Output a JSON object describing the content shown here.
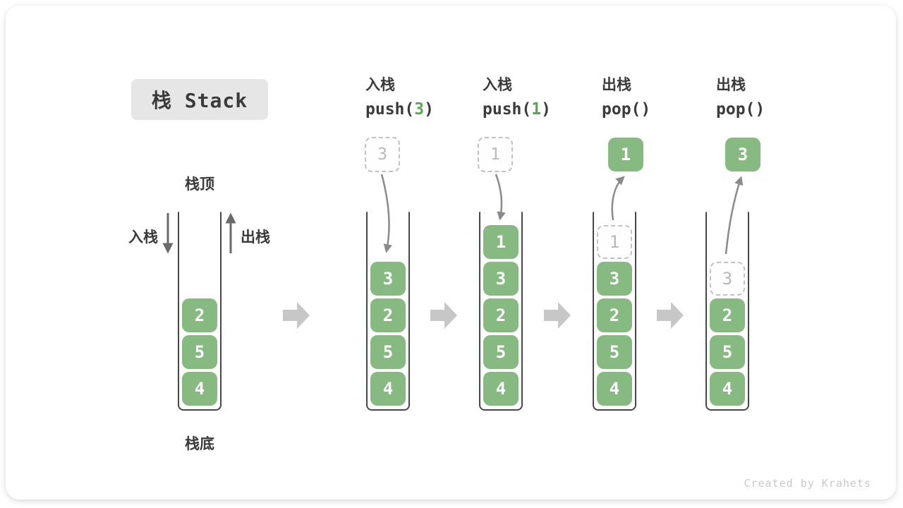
{
  "title": "栈 Stack",
  "side": {
    "top_label": "栈顶",
    "bottom_label": "栈底",
    "push_label": "入栈",
    "pop_label": "出栈"
  },
  "columns": [
    {
      "blocks": [
        "2",
        "5",
        "4"
      ]
    },
    {
      "header_op": "入栈",
      "code_pre": "push(",
      "code_arg": "3",
      "code_post": ")",
      "float_value": "3",
      "blocks": [
        "3",
        "2",
        "5",
        "4"
      ]
    },
    {
      "header_op": "入栈",
      "code_pre": "push(",
      "code_arg": "1",
      "code_post": ")",
      "float_value": "1",
      "blocks": [
        "1",
        "3",
        "2",
        "5",
        "4"
      ]
    },
    {
      "header_op": "出栈",
      "code_pre": "pop(",
      "code_arg": "",
      "code_post": ")",
      "float_value": "1",
      "ghost_value": "1",
      "blocks": [
        "3",
        "2",
        "5",
        "4"
      ]
    },
    {
      "header_op": "出栈",
      "code_pre": "pop(",
      "code_arg": "",
      "code_post": ")",
      "float_value": "3",
      "ghost_value": "3",
      "blocks": [
        "2",
        "5",
        "4"
      ]
    }
  ],
  "icons": {
    "step_arrow": "right-block-arrow",
    "push_arrow": "down-arrow",
    "pop_arrow": "up-arrow"
  },
  "colors": {
    "block_green": "#86ba81",
    "code_arg_green": "#5aa655",
    "container_wall": "#474747",
    "dashed_border": "#c2c2c2",
    "ghost_text": "#b9b9b9",
    "step_arrow_gray": "#c7c7c7",
    "motion_arrow_gray": "#8a8a8a",
    "label_text": "#3a3a3a",
    "title_bg": "#e6e6e6",
    "watermark": "#c8c8c8"
  },
  "watermark": "Created by Krahets"
}
